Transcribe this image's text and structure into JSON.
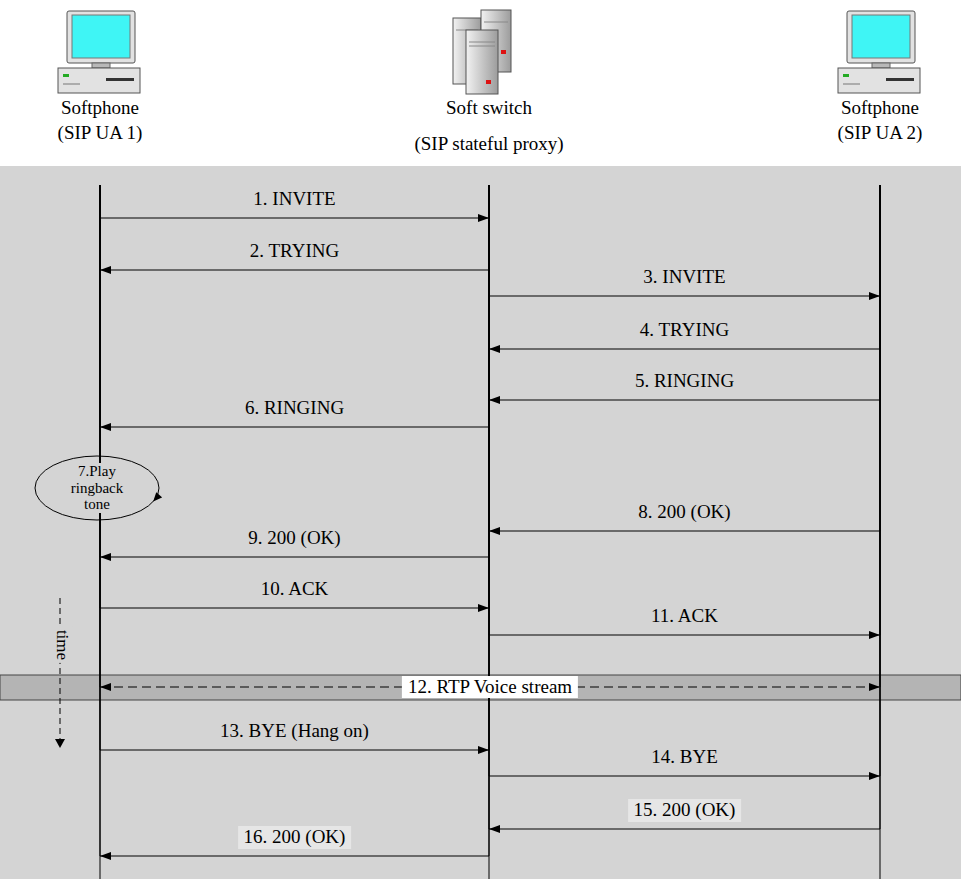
{
  "diagram": {
    "nodes": [
      {
        "text": [
          "Softphone",
          "(SIP UA 1)"
        ]
      },
      {
        "text": [
          "Soft switch",
          "(SIP stateful proxy)"
        ]
      },
      {
        "text": [
          "Softphone",
          "(SIP UA 2)"
        ]
      },
      {
        "text": [
          "7.Play ringback tone"
        ]
      }
    ],
    "edges": [
      {
        "from": 0,
        "to": 1,
        "arrow": "to",
        "label": "1. INVITE"
      },
      {
        "from": 1,
        "to": 0,
        "arrow": "to",
        "label": "2. TRYING"
      },
      {
        "from": 1,
        "to": 2,
        "arrow": "to",
        "label": "3. INVITE"
      },
      {
        "from": 2,
        "to": 1,
        "arrow": "to",
        "label": "4. TRYING"
      },
      {
        "from": 2,
        "to": 1,
        "arrow": "to",
        "label": "5. RINGING"
      },
      {
        "from": 1,
        "to": 0,
        "arrow": "to",
        "label": "6. RINGING"
      },
      {
        "from": 2,
        "to": 1,
        "arrow": "to",
        "label": "8. 200 (OK)"
      },
      {
        "from": 1,
        "to": 0,
        "arrow": "to",
        "label": "9. 200 (OK)"
      },
      {
        "from": 0,
        "to": 1,
        "arrow": "to",
        "label": "10. ACK"
      },
      {
        "from": 1,
        "to": 2,
        "arrow": "to",
        "label": "11. ACK"
      },
      {
        "from": 0,
        "to": 2,
        "arrow": "both",
        "label": "12. RTP Voice stream"
      },
      {
        "from": 0,
        "to": 1,
        "arrow": "to",
        "label": "13. BYE (Hang on)"
      },
      {
        "from": 1,
        "to": 2,
        "arrow": "to",
        "label": "14. BYE"
      },
      {
        "from": 2,
        "to": 1,
        "arrow": "to",
        "label": "15. 200 (OK)"
      },
      {
        "from": 1,
        "to": 0,
        "arrow": "to",
        "label": "16. 200 (OK)"
      }
    ],
    "labels": [
      "time"
    ]
  }
}
